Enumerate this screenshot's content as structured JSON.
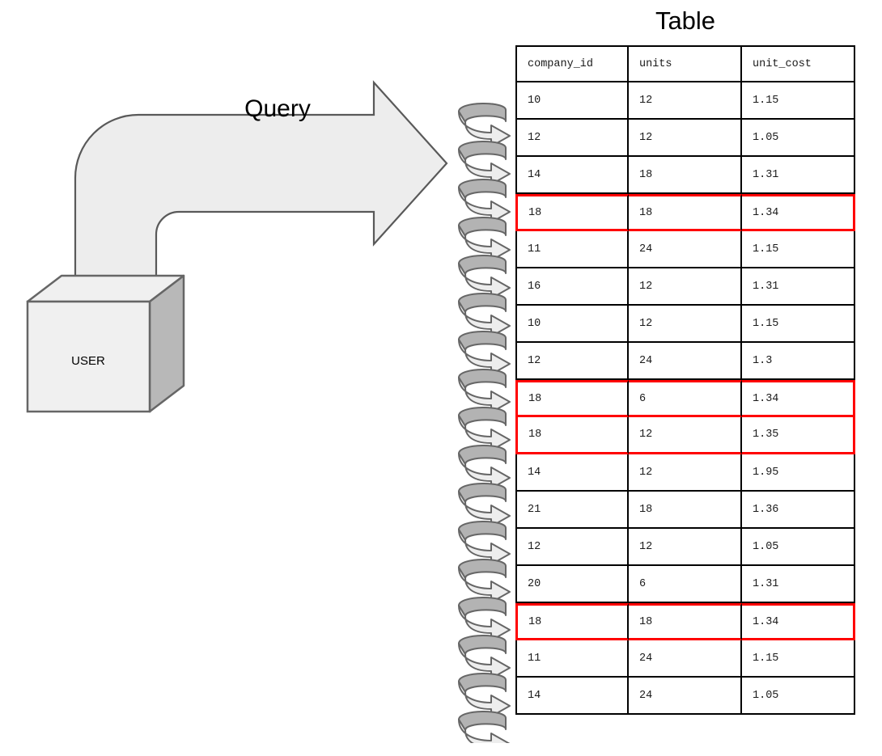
{
  "diagram": {
    "arrow": {
      "label": "Query",
      "fill": "#ededed",
      "stroke": "#595959"
    },
    "actor": {
      "label": "USER",
      "front_fill": "#f0f0f0",
      "side_fill": "#b8b8b8",
      "top_fill": "#f0f0f0",
      "stroke": "#666666"
    },
    "coil": {
      "icon": "loop-arrow-icon",
      "count": 17,
      "top_band_fill": "#b3b3b3",
      "bottom_band_fill": "#ededed",
      "stroke": "#666666"
    }
  },
  "table": {
    "title": "Table",
    "highlight_color": "#ff0000",
    "border_color": "#000000",
    "columns": [
      "company_id",
      "units",
      "unit_cost"
    ],
    "rows": [
      {
        "company_id": "10",
        "units": "12",
        "unit_cost": "1.15",
        "highlighted": false
      },
      {
        "company_id": "12",
        "units": "12",
        "unit_cost": "1.05",
        "highlighted": false
      },
      {
        "company_id": "14",
        "units": "18",
        "unit_cost": "1.31",
        "highlighted": false
      },
      {
        "company_id": "18",
        "units": "18",
        "unit_cost": "1.34",
        "highlighted": true
      },
      {
        "company_id": "11",
        "units": "24",
        "unit_cost": "1.15",
        "highlighted": false
      },
      {
        "company_id": "16",
        "units": "12",
        "unit_cost": "1.31",
        "highlighted": false
      },
      {
        "company_id": "10",
        "units": "12",
        "unit_cost": "1.15",
        "highlighted": false
      },
      {
        "company_id": "12",
        "units": "24",
        "unit_cost": "1.3",
        "highlighted": false
      },
      {
        "company_id": "18",
        "units": "6",
        "unit_cost": "1.34",
        "highlighted": true
      },
      {
        "company_id": "18",
        "units": "12",
        "unit_cost": "1.35",
        "highlighted": true
      },
      {
        "company_id": "14",
        "units": "12",
        "unit_cost": "1.95",
        "highlighted": false
      },
      {
        "company_id": "21",
        "units": "18",
        "unit_cost": "1.36",
        "highlighted": false
      },
      {
        "company_id": "12",
        "units": "12",
        "unit_cost": "1.05",
        "highlighted": false
      },
      {
        "company_id": "20",
        "units": "6",
        "unit_cost": "1.31",
        "highlighted": false
      },
      {
        "company_id": "18",
        "units": "18",
        "unit_cost": "1.34",
        "highlighted": true
      },
      {
        "company_id": "11",
        "units": "24",
        "unit_cost": "1.15",
        "highlighted": false
      },
      {
        "company_id": "14",
        "units": "24",
        "unit_cost": "1.05",
        "highlighted": false
      }
    ]
  }
}
